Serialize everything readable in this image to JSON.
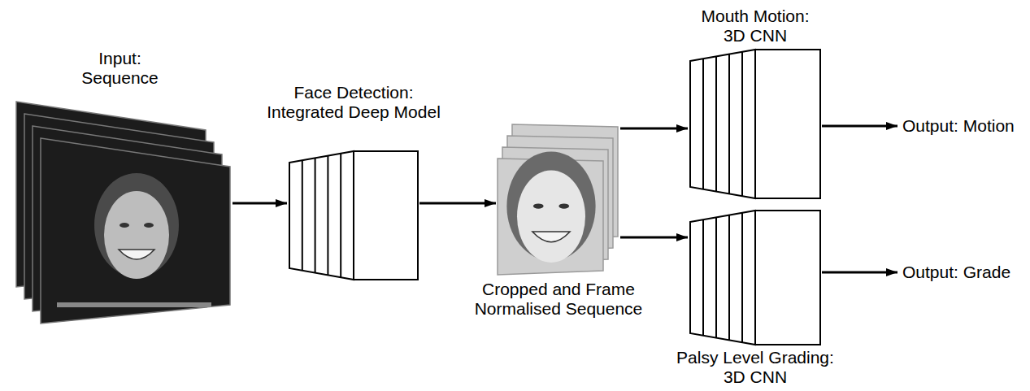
{
  "diagram": {
    "nodes": [
      {
        "text": [
          "Input: Sequence"
        ]
      },
      {
        "text": [
          "Face Detection: Integrated Deep Model"
        ]
      },
      {
        "text": [
          "Cropped and Frame Normalised Sequence"
        ]
      },
      {
        "text": [
          "Mouth Motion: 3D CNN"
        ]
      },
      {
        "text": [
          "Palsy Level Grading: 3D CNN"
        ]
      },
      {
        "text": [
          "Output: Motion"
        ]
      },
      {
        "text": [
          "Output: Grade"
        ]
      }
    ],
    "edges": [
      {
        "from": 0,
        "to": 1,
        "arrow": "to"
      },
      {
        "from": 1,
        "to": 2,
        "arrow": "to"
      },
      {
        "from": 2,
        "to": 3,
        "arrow": "to"
      },
      {
        "from": 2,
        "to": 4,
        "arrow": "to"
      },
      {
        "from": 3,
        "to": 5,
        "arrow": "to"
      },
      {
        "from": 4,
        "to": 6,
        "arrow": "to"
      }
    ]
  }
}
